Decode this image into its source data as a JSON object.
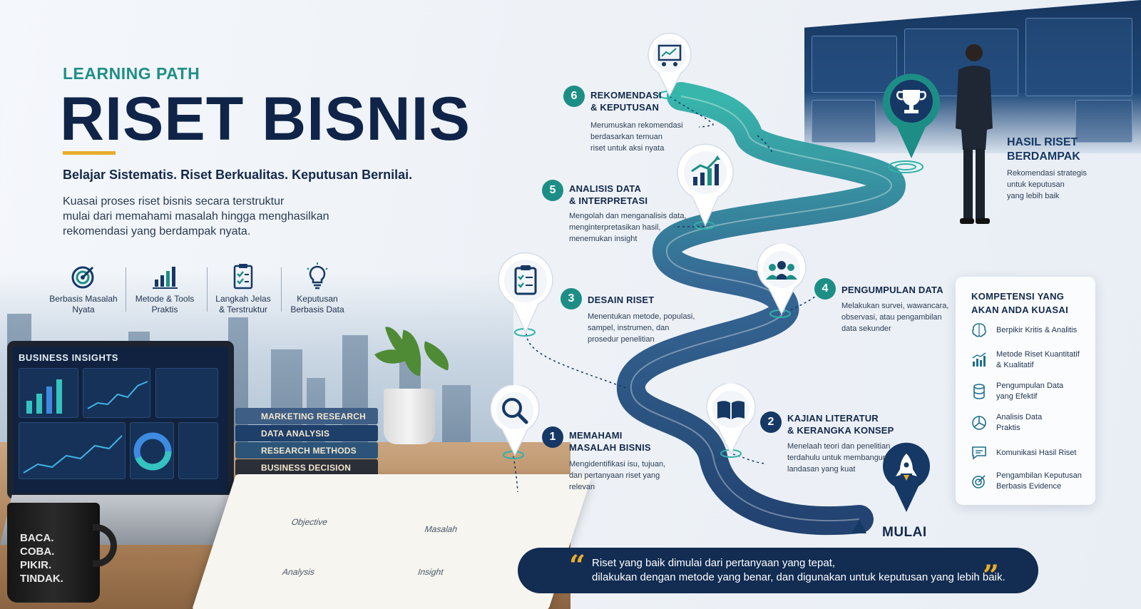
{
  "header": {
    "eyebrow": "LEARNING PATH",
    "title": "RISET BISNIS",
    "tagline": "Belajar Sistematis. Riset Berkualitas. Keputusan Bernilai.",
    "intro": [
      "Kuasai proses riset bisnis secara terstruktur",
      "mulai dari memahami masalah hingga menghasilkan",
      "rekomendasi yang berdampak nyata."
    ]
  },
  "features": [
    {
      "icon": "target-icon",
      "label": [
        "Berbasis Masalah",
        "Nyata"
      ]
    },
    {
      "icon": "bar-chart-icon",
      "label": [
        "Metode & Tools",
        "Praktis"
      ]
    },
    {
      "icon": "checklist-icon",
      "label": [
        "Langkah Jelas",
        "& Terstruktur"
      ]
    },
    {
      "icon": "lightbulb-icon",
      "label": [
        "Keputusan",
        "Berbasis Data"
      ]
    }
  ],
  "scene": {
    "laptop_title": "BUSINESS INSIGHTS",
    "books": [
      "MARKETING RESEARCH",
      "DATA ANALYSIS",
      "RESEARCH METHODS",
      "BUSINESS DECISION"
    ],
    "mug": [
      "BACA.",
      "COBA.",
      "PIKIR.",
      "TINDAK."
    ],
    "notebook_words": [
      "Objective",
      "Analysis",
      "Masalah",
      "Insight"
    ]
  },
  "steps": [
    {
      "num": "1",
      "title": [
        "MEMAHAMI",
        "MASALAH BISNIS"
      ],
      "desc": [
        "Mengidentifikasi isu, tujuan,",
        "dan pertanyaan riset yang",
        "relevan"
      ],
      "icon": "magnifier-icon"
    },
    {
      "num": "2",
      "title": [
        "KAJIAN LITERATUR",
        "& KERANGKA KONSEP"
      ],
      "desc": [
        "Menelaah teori dan penelitian",
        "terdahulu untuk membangun",
        "landasan yang kuat"
      ],
      "icon": "book-icon"
    },
    {
      "num": "3",
      "title": [
        "DESAIN RISET"
      ],
      "desc": [
        "Menentukan metode, populasi,",
        "sampel, instrumen, dan",
        "prosedur penelitian"
      ],
      "icon": "clipboard-icon"
    },
    {
      "num": "4",
      "title": [
        "PENGUMPULAN DATA"
      ],
      "desc": [
        "Melakukan survei, wawancara,",
        "observasi, atau pengambilan",
        "data sekunder"
      ],
      "icon": "people-icon"
    },
    {
      "num": "5",
      "title": [
        "ANALISIS DATA",
        "& INTERPRETASI"
      ],
      "desc": [
        "Mengolah dan menganalisis data,",
        "menginterpretasikan hasil,",
        "menemukan insight"
      ],
      "icon": "growth-chart-icon"
    },
    {
      "num": "6",
      "title": [
        "REKOMENDASI",
        "& KEPUTUSAN"
      ],
      "desc": [
        "Merumuskan rekomendasi",
        "berdasarkan temuan",
        "riset untuk aksi nyata"
      ],
      "icon": "presentation-icon"
    }
  ],
  "result": {
    "title": [
      "HASIL RISET",
      "BERDAMPAK"
    ],
    "desc": [
      "Rekomendasi strategis",
      "untuk keputusan",
      "yang lebih baik"
    ]
  },
  "start_label": "MULAI",
  "competencies": {
    "title": [
      "KOMPETENSI YANG",
      "AKAN ANDA KUASAI"
    ],
    "items": [
      {
        "icon": "brain-icon",
        "label": [
          "Berpikir Kritis & Analitis"
        ]
      },
      {
        "icon": "bar-chart-icon",
        "label": [
          "Metode Riset Kuantitatif",
          "& Kualitatif"
        ]
      },
      {
        "icon": "database-icon",
        "label": [
          "Pengumpulan Data",
          "yang Efektif"
        ]
      },
      {
        "icon": "pie-chart-icon",
        "label": [
          "Analisis Data",
          "Praktis"
        ]
      },
      {
        "icon": "chat-icon",
        "label": [
          "Komunikasi Hasil Riset"
        ]
      },
      {
        "icon": "target-icon",
        "label": [
          "Pengambilan Keputusan",
          "Berbasis Evidence"
        ]
      }
    ]
  },
  "quote": [
    "Riset yang baik dimulai dari pertanyaan yang tepat,",
    "dilakukan dengan metode yang benar, dan digunakan untuk keputusan yang lebih baik."
  ],
  "colors": {
    "navy": "#13294b",
    "teal": "#1d8e86",
    "gold": "#e8ad2b",
    "quote_bg": "#122c52"
  }
}
